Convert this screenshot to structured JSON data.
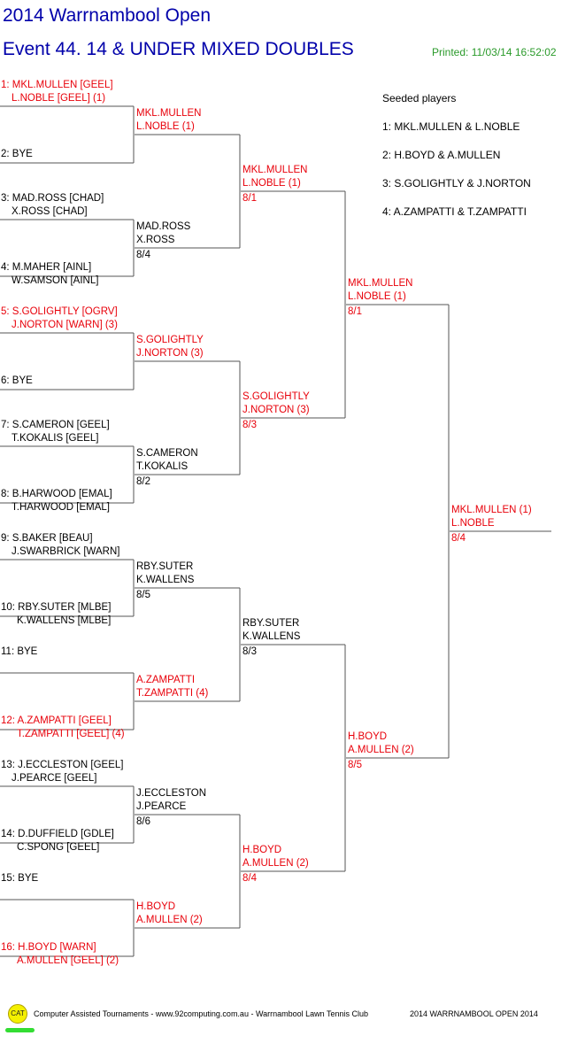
{
  "header": {
    "title": "2014 Warrnambool Open",
    "event": "Event 44. 14 & UNDER MIXED DOUBLES",
    "printed": "Printed: 11/03/14 16:52:02"
  },
  "seeded": {
    "title": "Seeded players",
    "list": [
      "1: MKL.MULLEN & L.NOBLE",
      "2: H.BOYD & A.MULLEN",
      "3: S.GOLIGHTLY & J.NORTON",
      "4: A.ZAMPATTI & T.ZAMPATTI"
    ]
  },
  "round1": [
    {
      "l1": "1: MKL.MULLEN [GEEL]",
      "l2": "L.NOBLE [GEEL] (1)",
      "color": "red"
    },
    {
      "l1": "2: BYE",
      "l2": "",
      "color": "black"
    },
    {
      "l1": "3: MAD.ROSS [CHAD]",
      "l2": "X.ROSS [CHAD]",
      "color": "black"
    },
    {
      "l1": "4: M.MAHER [AINL]",
      "l2": "W.SAMSON [AINL]",
      "color": "black"
    },
    {
      "l1": "5: S.GOLIGHTLY [OGRV]",
      "l2": "J.NORTON [WARN] (3)",
      "color": "red"
    },
    {
      "l1": "6: BYE",
      "l2": "",
      "color": "black"
    },
    {
      "l1": "7: S.CAMERON [GEEL]",
      "l2": "T.KOKALIS [GEEL]",
      "color": "black"
    },
    {
      "l1": "8: B.HARWOOD [EMAL]",
      "l2": "T.HARWOOD [EMAL]",
      "color": "black"
    },
    {
      "l1": "9: S.BAKER [BEAU]",
      "l2": "J.SWARBRICK [WARN]",
      "color": "black"
    },
    {
      "l1": "10: RBY.SUTER [MLBE]",
      "l2": "K.WALLENS [MLBE]",
      "color": "black"
    },
    {
      "l1": "11: BYE",
      "l2": "",
      "color": "black"
    },
    {
      "l1": "12: A.ZAMPATTI [GEEL]",
      "l2": "T.ZAMPATTI [GEEL] (4)",
      "color": "red"
    },
    {
      "l1": "13: J.ECCLESTON [GEEL]",
      "l2": "J.PEARCE [GEEL]",
      "color": "black"
    },
    {
      "l1": "14: D.DUFFIELD [GDLE]",
      "l2": "C.SPONG [GEEL]",
      "color": "black"
    },
    {
      "l1": "15: BYE",
      "l2": "",
      "color": "black"
    },
    {
      "l1": "16: H.BOYD [WARN]",
      "l2": "A.MULLEN [GEEL] (2)",
      "color": "red"
    }
  ],
  "round2": [
    {
      "l1": "MKL.MULLEN",
      "l2": "L.NOBLE (1)",
      "l3": "",
      "color": "red"
    },
    {
      "l1": "MAD.ROSS",
      "l2": "X.ROSS",
      "l3": "8/4",
      "color": "black"
    },
    {
      "l1": "S.GOLIGHTLY",
      "l2": "J.NORTON (3)",
      "l3": "",
      "color": "red"
    },
    {
      "l1": "S.CAMERON",
      "l2": "T.KOKALIS",
      "l3": "8/2",
      "color": "black"
    },
    {
      "l1": "RBY.SUTER",
      "l2": "K.WALLENS",
      "l3": "8/5",
      "color": "black"
    },
    {
      "l1": "A.ZAMPATTI",
      "l2": "T.ZAMPATTI (4)",
      "l3": "",
      "color": "red"
    },
    {
      "l1": "J.ECCLESTON",
      "l2": "J.PEARCE",
      "l3": "8/6",
      "color": "black"
    },
    {
      "l1": "H.BOYD",
      "l2": "A.MULLEN (2)",
      "l3": "",
      "color": "red"
    }
  ],
  "round3": [
    {
      "l1": "MKL.MULLEN",
      "l2": "L.NOBLE (1)",
      "l3": "8/1",
      "color": "red"
    },
    {
      "l1": "S.GOLIGHTLY",
      "l2": "J.NORTON (3)",
      "l3": "8/3",
      "color": "red"
    },
    {
      "l1": "RBY.SUTER",
      "l2": "K.WALLENS",
      "l3": "8/3",
      "color": "black"
    },
    {
      "l1": "H.BOYD",
      "l2": "A.MULLEN (2)",
      "l3": "8/4",
      "color": "red"
    }
  ],
  "round4": [
    {
      "l1": "MKL.MULLEN",
      "l2": "L.NOBLE (1)",
      "l3": "8/1",
      "color": "red"
    },
    {
      "l1": "H.BOYD",
      "l2": "A.MULLEN (2)",
      "l3": "8/5",
      "color": "red"
    }
  ],
  "final": {
    "l1": "MKL.MULLEN (1)",
    "l2": "L.NOBLE",
    "l3": "8/4",
    "color": "red"
  },
  "footer": {
    "logo": "CAT",
    "credit": "Computer Assisted Tournaments - www.92computing.com.au -  Warrnambool Lawn Tennis Club",
    "tournament": "2014 WARRNAMBOOL OPEN 2014"
  }
}
